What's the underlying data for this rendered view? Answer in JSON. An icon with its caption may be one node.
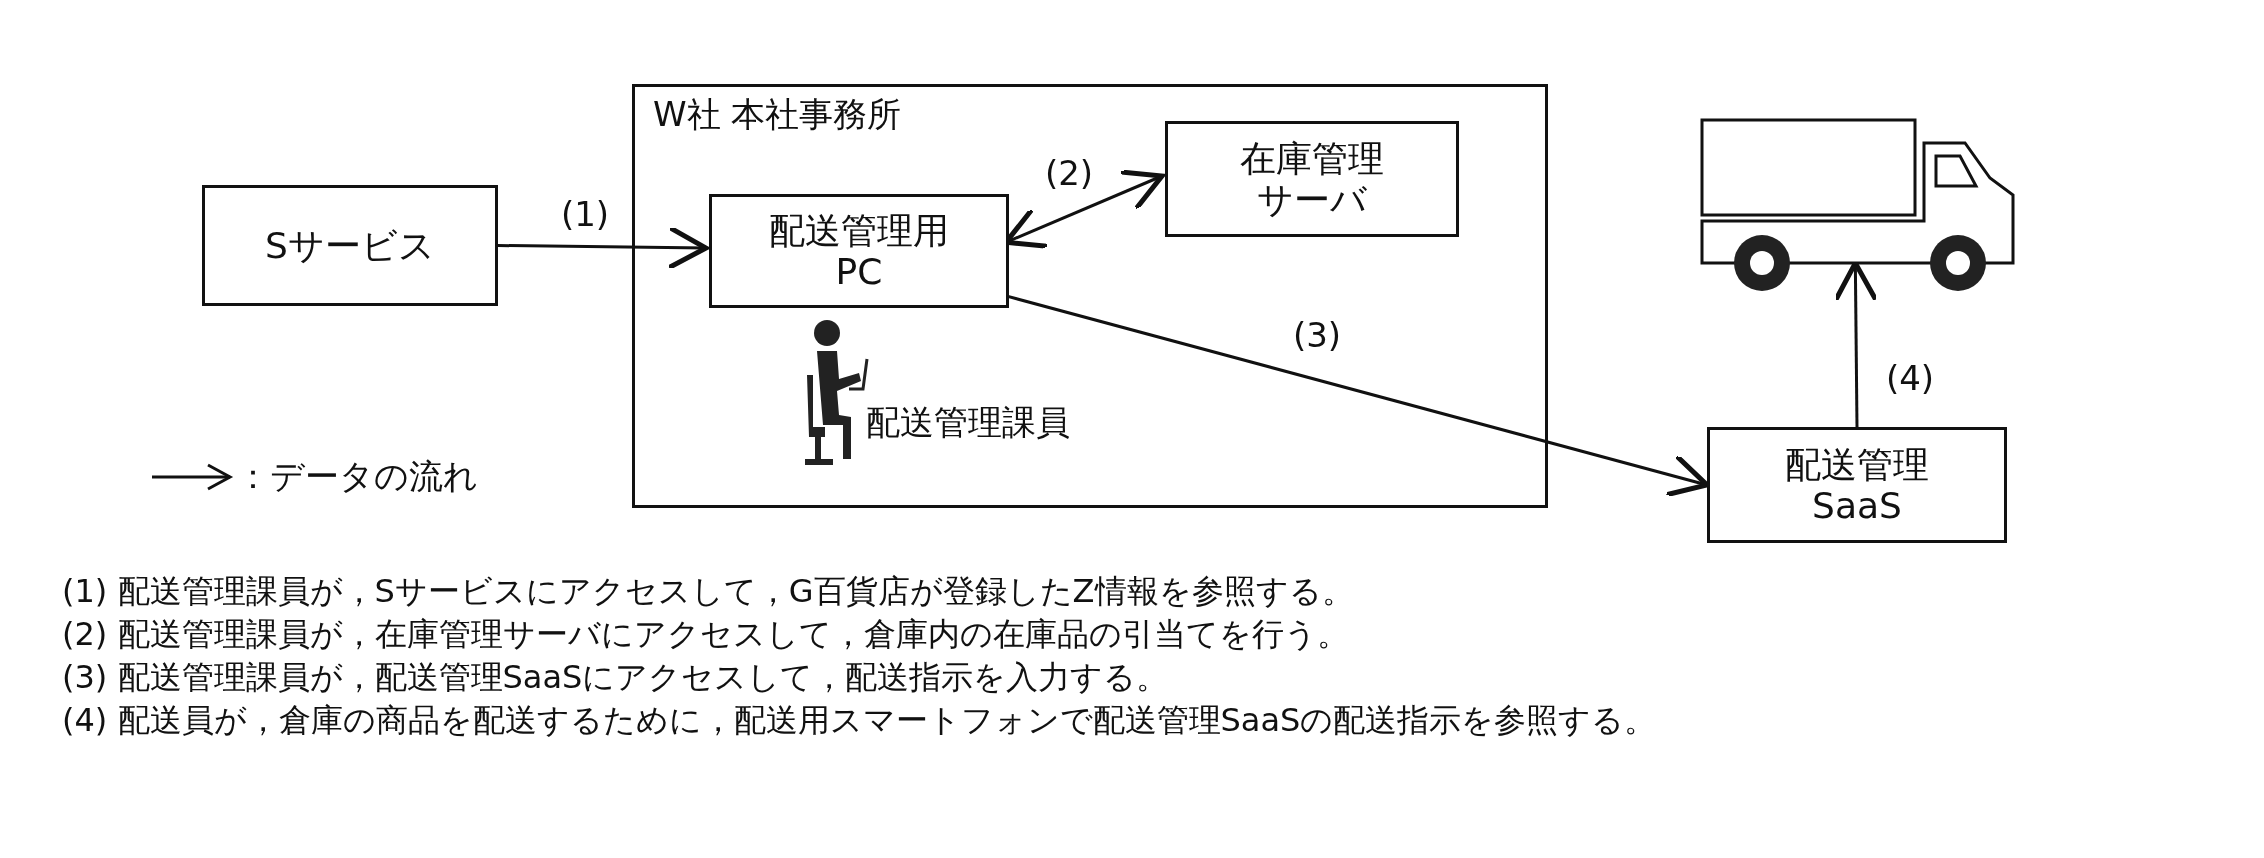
{
  "diagram": {
    "nodes": [
      {
        "text": [
          "Sサービス"
        ]
      },
      {
        "text": [
          "W社 本社事務所"
        ]
      },
      {
        "text": [
          "配送管理用PC"
        ],
        "in": 1
      },
      {
        "text": [
          "在庫管理サーバ"
        ],
        "in": 1
      },
      {
        "text": [],
        "shape": "picture"
      },
      {
        "text": [
          "配送管理SaaS"
        ]
      }
    ],
    "edges": [
      {
        "from": 0,
        "to": 2,
        "arrow": "to",
        "label": "(1)"
      },
      {
        "from": 2,
        "to": 3,
        "arrow": "both",
        "label": "(2)"
      },
      {
        "from": 2,
        "to": 5,
        "arrow": "to",
        "label": "(3)"
      },
      {
        "from": 5,
        "to": 4,
        "arrow": "to",
        "label": "(4)"
      }
    ],
    "labels": [
      "配送管理課員",
      "(1) 配送管理課員が，Sサービスにアクセスして，G百貨店が登録したZ情報を参照する。",
      "(2) 配送管理課員が，在庫管理サーバにアクセスして，倉庫内の在庫品の引当てを行う。",
      "(3) 配送管理課員が，配送管理SaaSにアクセスして，配送指示を入力する。",
      "(4) 配送員が，倉庫の商品を配送するために，配送用スマートフォンで配送管理SaaSの配送指示を参照する。"
    ],
    "legend": [
      {
        "text": "：データの流れ"
      }
    ]
  }
}
